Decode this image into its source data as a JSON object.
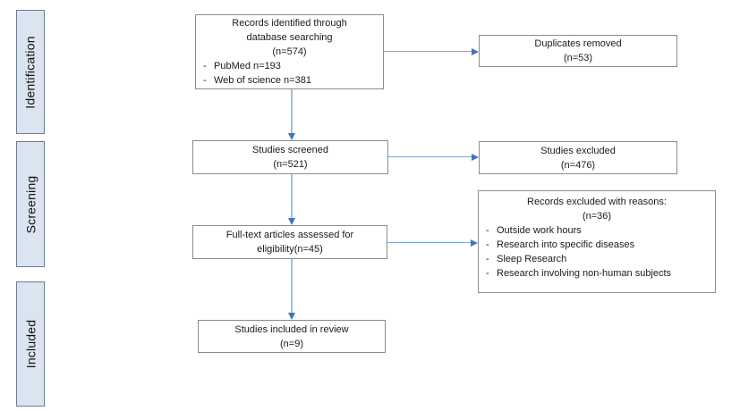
{
  "ui": {
    "bullet_marker": "-"
  },
  "colors": {
    "arrow_line_horizontal": "#7ba7d7",
    "arrow_line_vertical": "#9cc2e5",
    "arrow_head": "#4472c4",
    "stage_fill": "#dbe5f1",
    "stage_border": "#6d7b8d",
    "box_border": "#8c8c8c",
    "text": "#1a1a1a"
  },
  "sidebar": {
    "stages": [
      {
        "label": "Identification"
      },
      {
        "label": "Screening"
      },
      {
        "label": "Included"
      }
    ]
  },
  "boxes": {
    "records_identified": {
      "line1": "Records identified through",
      "line2": "database searching",
      "line3": "(n=574)",
      "bullet1": "PubMed n=193",
      "bullet2": "Web of science n=381"
    },
    "duplicates_removed": {
      "line1": "Duplicates removed",
      "line2": "(n=53)"
    },
    "studies_screened": {
      "line1": "Studies screened",
      "line2": "(n=521)"
    },
    "studies_excluded": {
      "line1": "Studies excluded",
      "line2": "(n=476)"
    },
    "full_text_assessed": {
      "line1": "Full-text articles assessed for",
      "line2": "eligibility(n=45)"
    },
    "records_excluded": {
      "line1": "Records excluded with reasons:",
      "line2": "(n=36)",
      "bullet1": "Outside work hours",
      "bullet2": "Research into specific diseases",
      "bullet3": "Sleep Research",
      "bullet4": "Research involving non-human subjects"
    },
    "studies_included": {
      "line1": "Studies included in review",
      "line2": "(n=9)"
    }
  }
}
